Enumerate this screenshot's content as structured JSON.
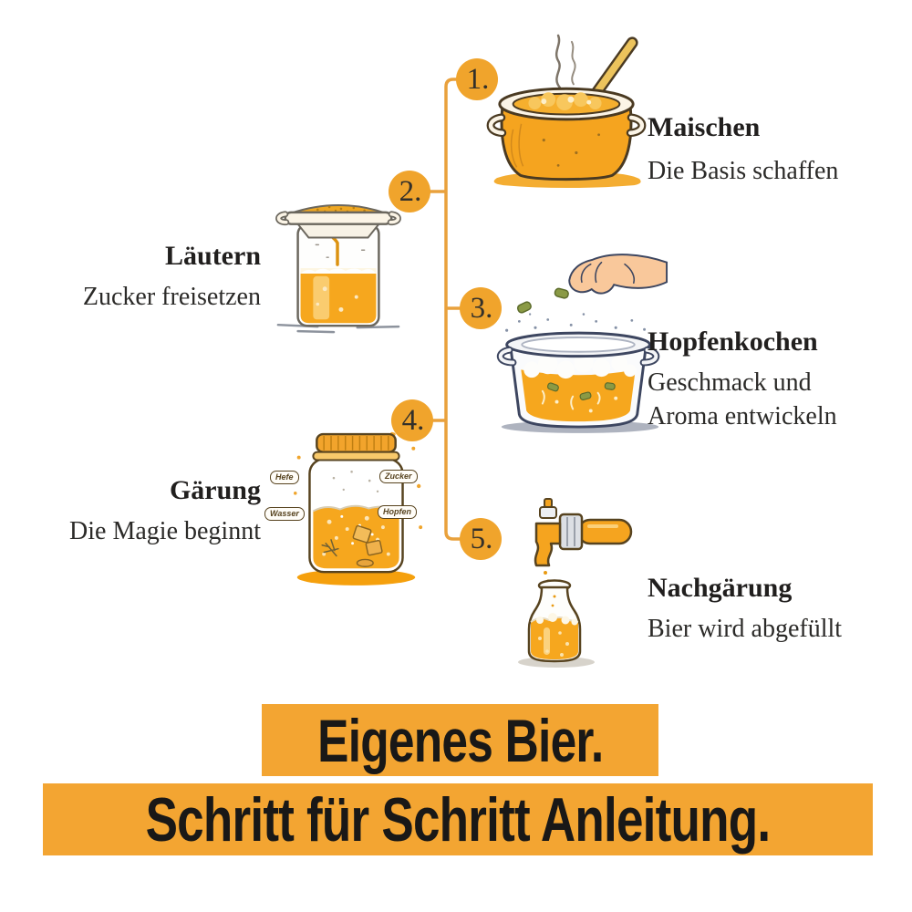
{
  "infographic": {
    "language": "de",
    "topic": "Bier brauen Schritt-für-Schritt Infografik"
  },
  "colors": {
    "accent_circle": "#F0A42C",
    "timeline_line": "#E9A13C",
    "banner_background": "#F3A532",
    "heading_text": "#211F1E",
    "body_text": "#2B2A28",
    "beer_orange": "#F6A71E"
  },
  "steps": [
    {
      "number": "1.",
      "title": "Maischen",
      "subtitle": "Die Basis schaffen",
      "illustration": "steaming-mash-pot-with-spoon"
    },
    {
      "number": "2.",
      "title": "Läutern",
      "subtitle": "Zucker freisetzen",
      "illustration": "lauter-tun-straining"
    },
    {
      "number": "3.",
      "title": "Hopfenkochen",
      "subtitle": "Geschmack und Aroma entwickeln",
      "illustration": "hand-adding-hops-to-boiling-pot"
    },
    {
      "number": "4.",
      "title": "Gärung",
      "subtitle": "Die Magie beginnt",
      "illustration": "fermentation-jar",
      "jar_labels": {
        "left_top": "Hefe",
        "left_bottom": "Wasser",
        "right_top": "Zucker",
        "right_bottom": "Hopfen"
      }
    },
    {
      "number": "5.",
      "title": "Nachgärung",
      "subtitle": "Bier wird abgefüllt",
      "illustration": "tap-filling-bottle"
    }
  ],
  "footer": {
    "line1": "Eigenes Bier.",
    "line2": "Schritt für Schritt Anleitung."
  }
}
